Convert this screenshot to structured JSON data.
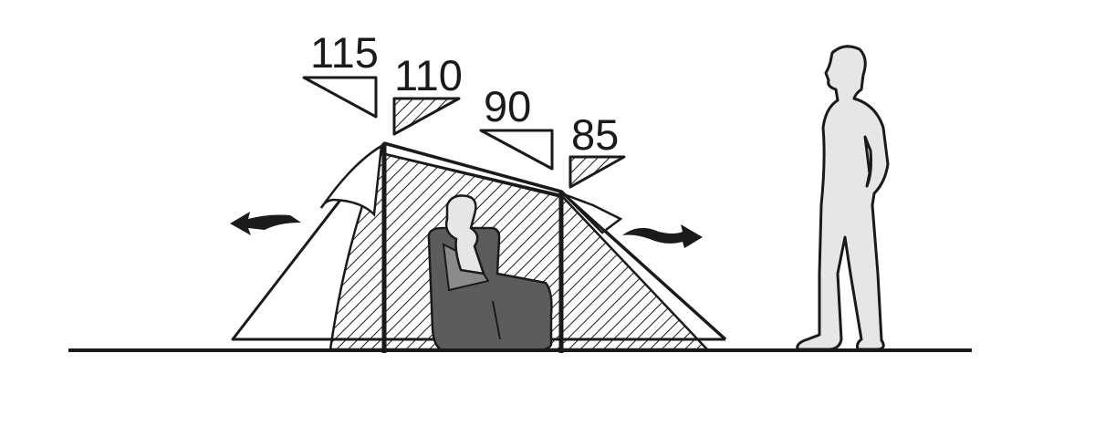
{
  "diagram": {
    "height_labels": [
      {
        "value": "115",
        "marker": "outline-triangle"
      },
      {
        "value": "110",
        "marker": "hatched-triangle"
      },
      {
        "value": "90",
        "marker": "outline-triangle"
      },
      {
        "value": "85",
        "marker": "hatched-triangle"
      }
    ],
    "colors": {
      "line": "#1a1a1a",
      "person_sitting": "#5c5c5c",
      "person_standing": "#e6e6e6",
      "background": "#ffffff"
    }
  }
}
